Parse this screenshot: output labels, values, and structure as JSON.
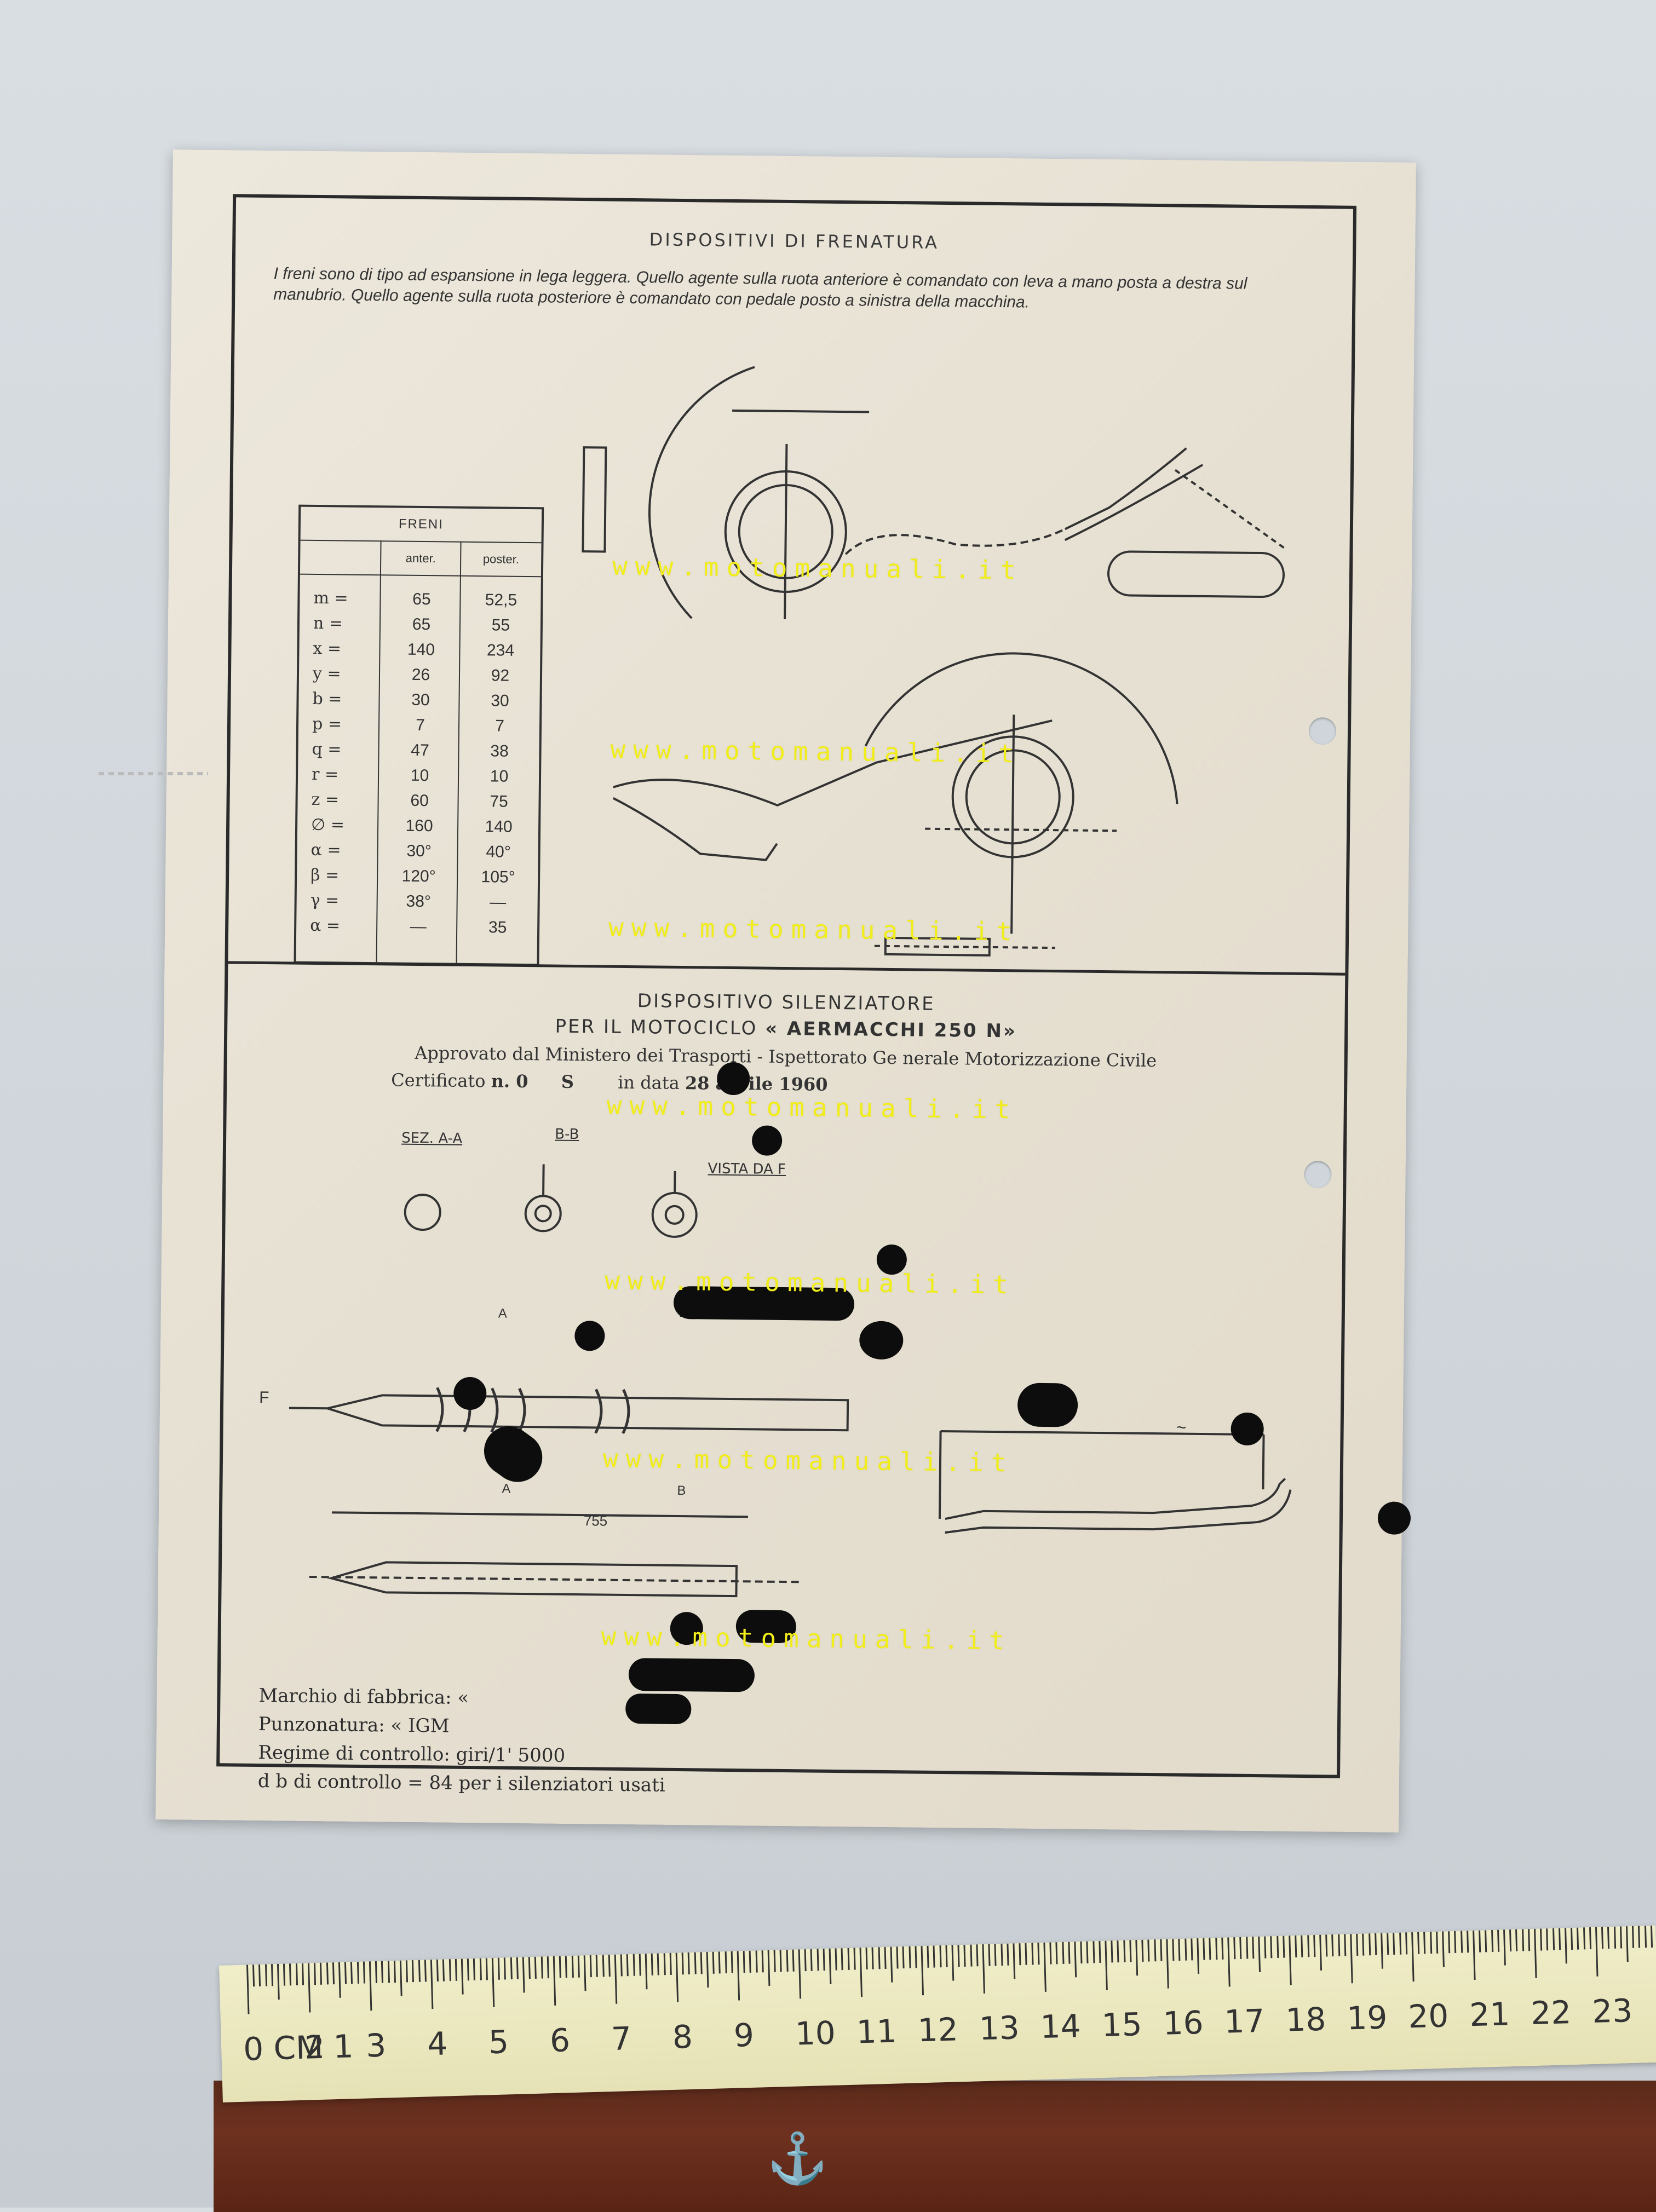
{
  "top_section": {
    "title": "DISPOSITIVI DI FRENATURA",
    "intro": "I freni sono di tipo ad espansione in lega leggera. Quello agente sulla ruota anteriore è comandato con leva a mano posta a destra sul manubrio. Quello agente sulla ruota posteriore è comandato con pedale posto a sinistra della macchina."
  },
  "brake_table": {
    "title": "FRENI",
    "columns": [
      "anter.",
      "poster."
    ],
    "rows": [
      {
        "label": "m =",
        "anter": "65",
        "poster": "52,5"
      },
      {
        "label": "n =",
        "anter": "65",
        "poster": "55"
      },
      {
        "label": "x =",
        "anter": "140",
        "poster": "234"
      },
      {
        "label": "y =",
        "anter": "26",
        "poster": "92"
      },
      {
        "label": "b =",
        "anter": "30",
        "poster": "30"
      },
      {
        "label": "p =",
        "anter": "7",
        "poster": "7"
      },
      {
        "label": "q =",
        "anter": "47",
        "poster": "38"
      },
      {
        "label": "r =",
        "anter": "10",
        "poster": "10"
      },
      {
        "label": "z =",
        "anter": "60",
        "poster": "75"
      },
      {
        "label": "∅ =",
        "anter": "160",
        "poster": "140"
      },
      {
        "label": "α =",
        "anter": "30°",
        "poster": "40°"
      },
      {
        "label": "β =",
        "anter": "120°",
        "poster": "105°"
      },
      {
        "label": "γ =",
        "anter": "38°",
        "poster": "—"
      },
      {
        "label": "α =",
        "anter": "—",
        "poster": "35"
      }
    ]
  },
  "muffler_section": {
    "title": "DISPOSITIVO SILENZIATORE",
    "subtitle_prefix": "PER IL MOTOCICLO",
    "subtitle_model": "« AERMACCHI 250 N»",
    "approval": "Approvato dal Ministero dei Trasporti - Ispettorato Ge nerale Motorizzazione Civile",
    "certificate_prefix": "Certificato",
    "certificate_no": "n. 0",
    "certificate_suffix": "S",
    "date_prefix": "in data",
    "date": "28 aprile 1960",
    "labels": {
      "sez_a": "SEZ. A-A",
      "sez_b": "B-B",
      "vista": "VISTA DA F",
      "f": "F",
      "a_top": "A",
      "b_top": "B",
      "a_bot": "A",
      "b_bot": "B",
      "length": "755",
      "tilde": "~"
    }
  },
  "footer": {
    "line1": "Marchio di fabbrica: «",
    "line2": "Punzonatura: « IGM",
    "line3": "Regime di controllo: giri/1' 5000",
    "line4": "d b di controllo = 84 per i silenziatori usati"
  },
  "watermark": "www.motomanuali.it",
  "ruler": {
    "labels": [
      "0 CM 1",
      "2",
      "3",
      "4",
      "5",
      "6",
      "7",
      "8",
      "9",
      "10",
      "11",
      "12",
      "13",
      "14",
      "15",
      "16",
      "17",
      "18",
      "19",
      "20",
      "21",
      "22",
      "23"
    ]
  }
}
